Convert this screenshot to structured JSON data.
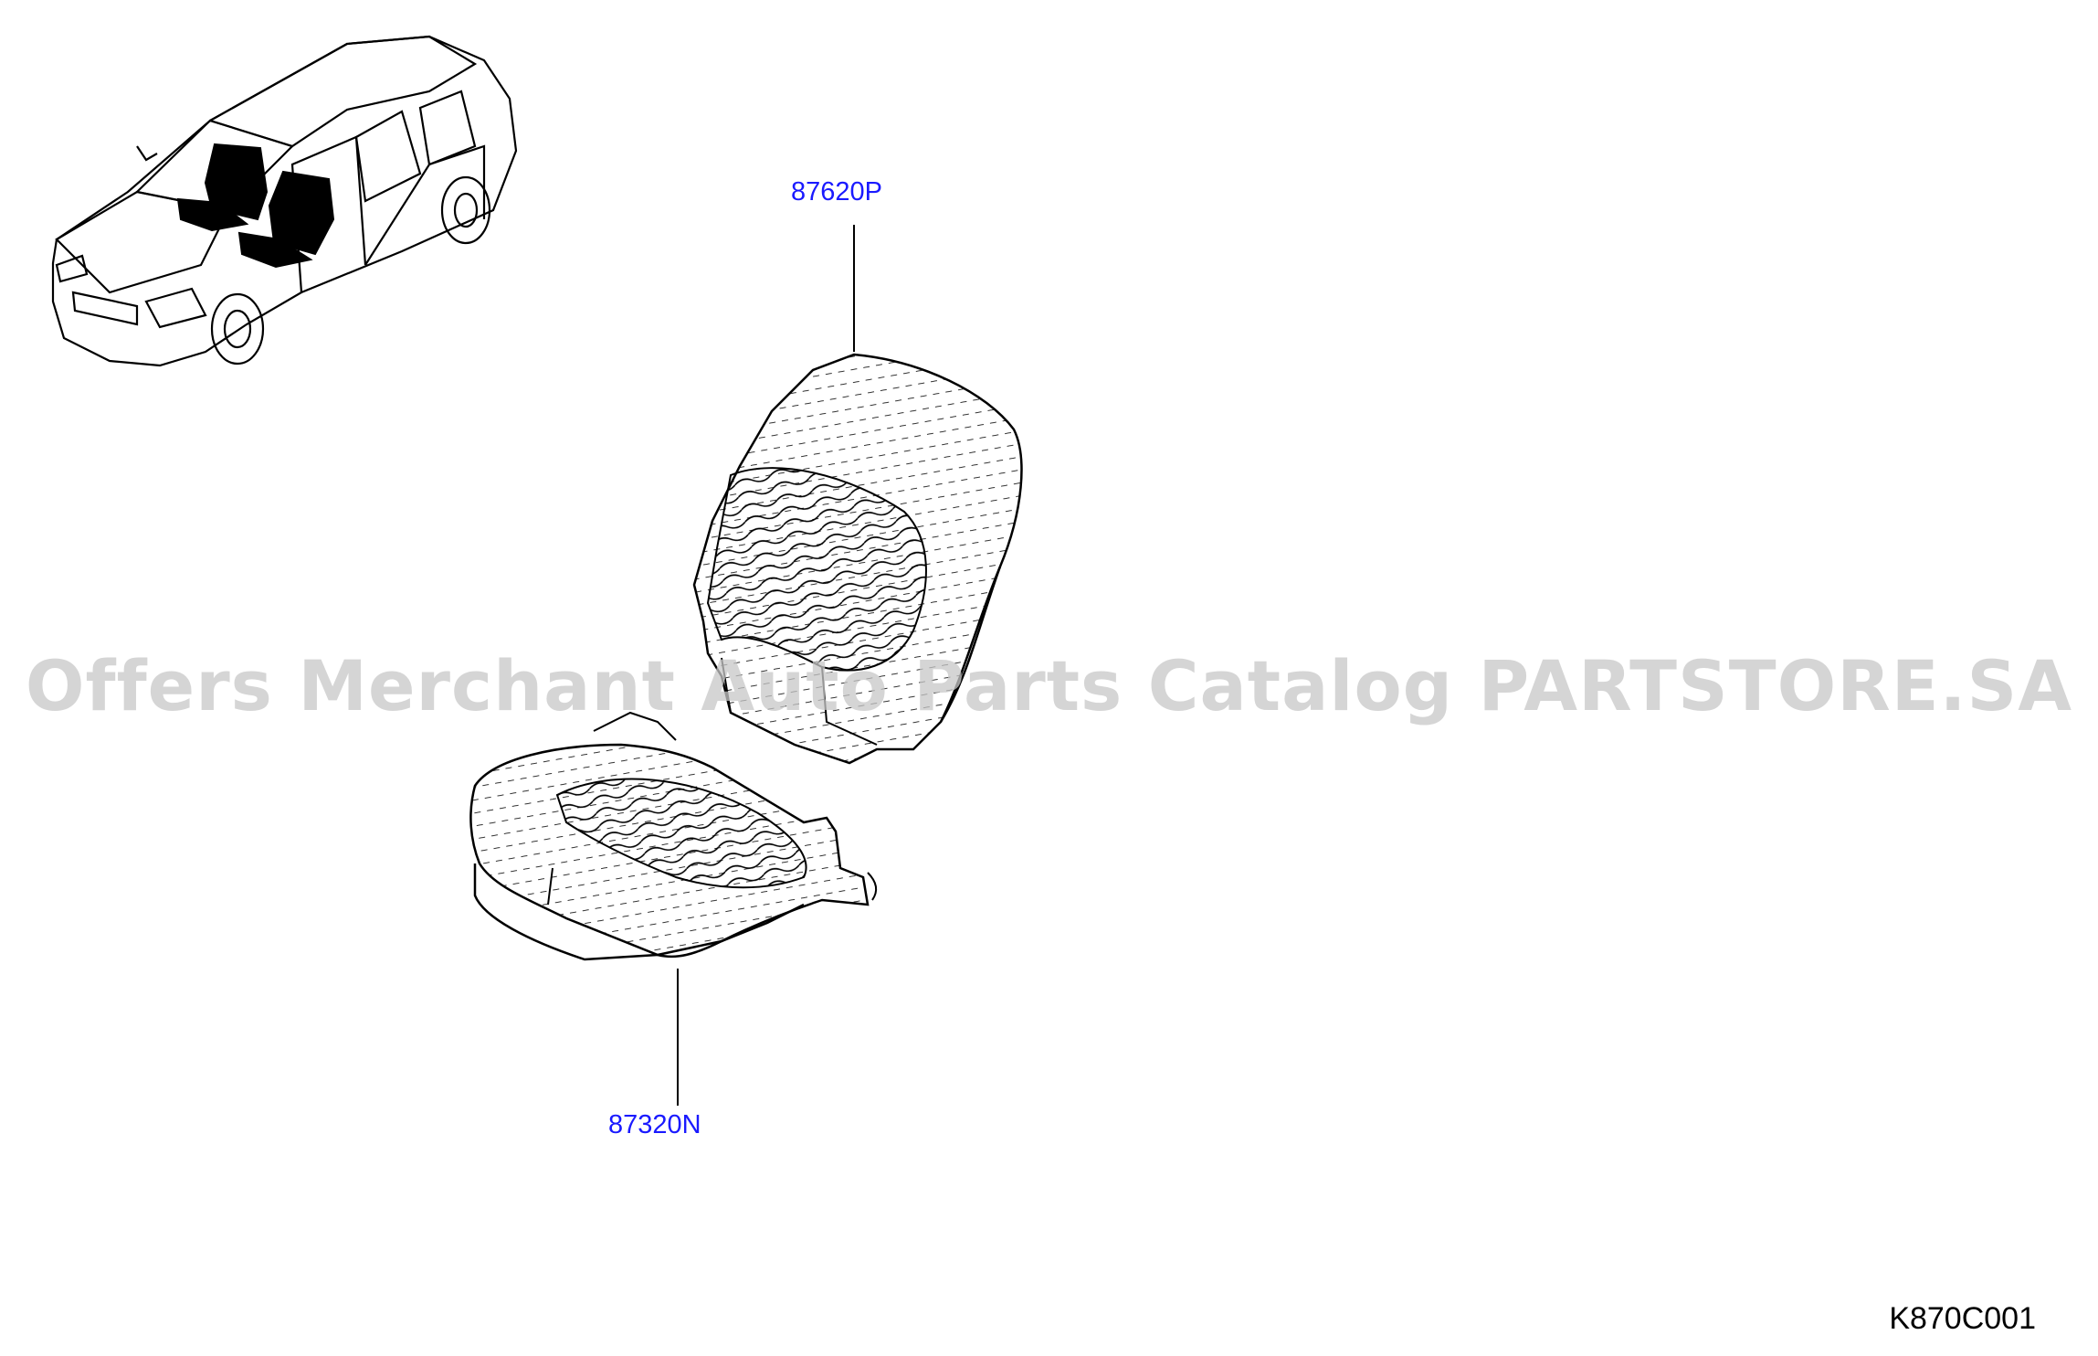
{
  "callouts": {
    "backrest_part": "87620P",
    "cushion_part": "87320N"
  },
  "watermark": "Offers Merchant Auto Parts Catalog PARTSTORE.SA",
  "diagram_code": "K870C001",
  "colors": {
    "callout": "#1a1aff",
    "line": "#000000",
    "watermark": "#c8c8c8"
  },
  "icons": [
    "car-locator-icon",
    "seat-backrest-icon",
    "seat-cushion-icon"
  ]
}
